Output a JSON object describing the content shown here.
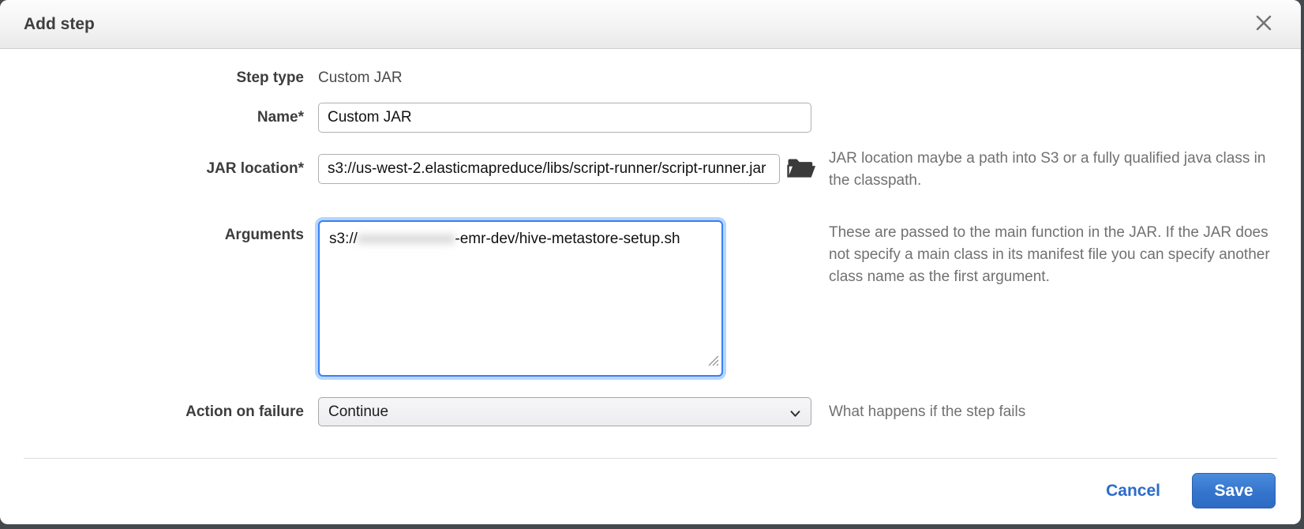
{
  "dialog": {
    "title": "Add step"
  },
  "icons": {
    "close": "x-close",
    "folder_open": "open-folder-browse",
    "chevron_down": "chevron-down",
    "resize_handle": "textarea-resize-grip"
  },
  "form": {
    "step_type": {
      "label": "Step type",
      "value": "Custom JAR"
    },
    "name": {
      "label": "Name*",
      "value": "Custom JAR"
    },
    "jar_location": {
      "label": "JAR location*",
      "value": "s3://us-west-2.elasticmapreduce/libs/script-runner/script-runner.jar",
      "help": "JAR location maybe a path into S3 or a fully qualified java class in the classpath."
    },
    "arguments": {
      "label": "Arguments",
      "value_prefix": "s3://",
      "value_redacted_segment": "xxxxxxxxxxxxx",
      "value_suffix": "-emr-dev/hive-metastore-setup.sh",
      "help": "These are passed to the main function in the JAR. If the JAR does not specify a main class in its manifest file you can specify another class name as the first argument."
    },
    "action_on_failure": {
      "label": "Action on failure",
      "value": "Continue",
      "help": "What happens if the step fails"
    }
  },
  "footer": {
    "cancel_label": "Cancel",
    "save_label": "Save"
  },
  "colors": {
    "focus_border": "#3a7ff2",
    "focus_glow": "rgba(120,180,255,0.55)",
    "link_blue": "#2b6bca",
    "save_button_blue": "#3474cc",
    "backdrop": "#44494e"
  }
}
